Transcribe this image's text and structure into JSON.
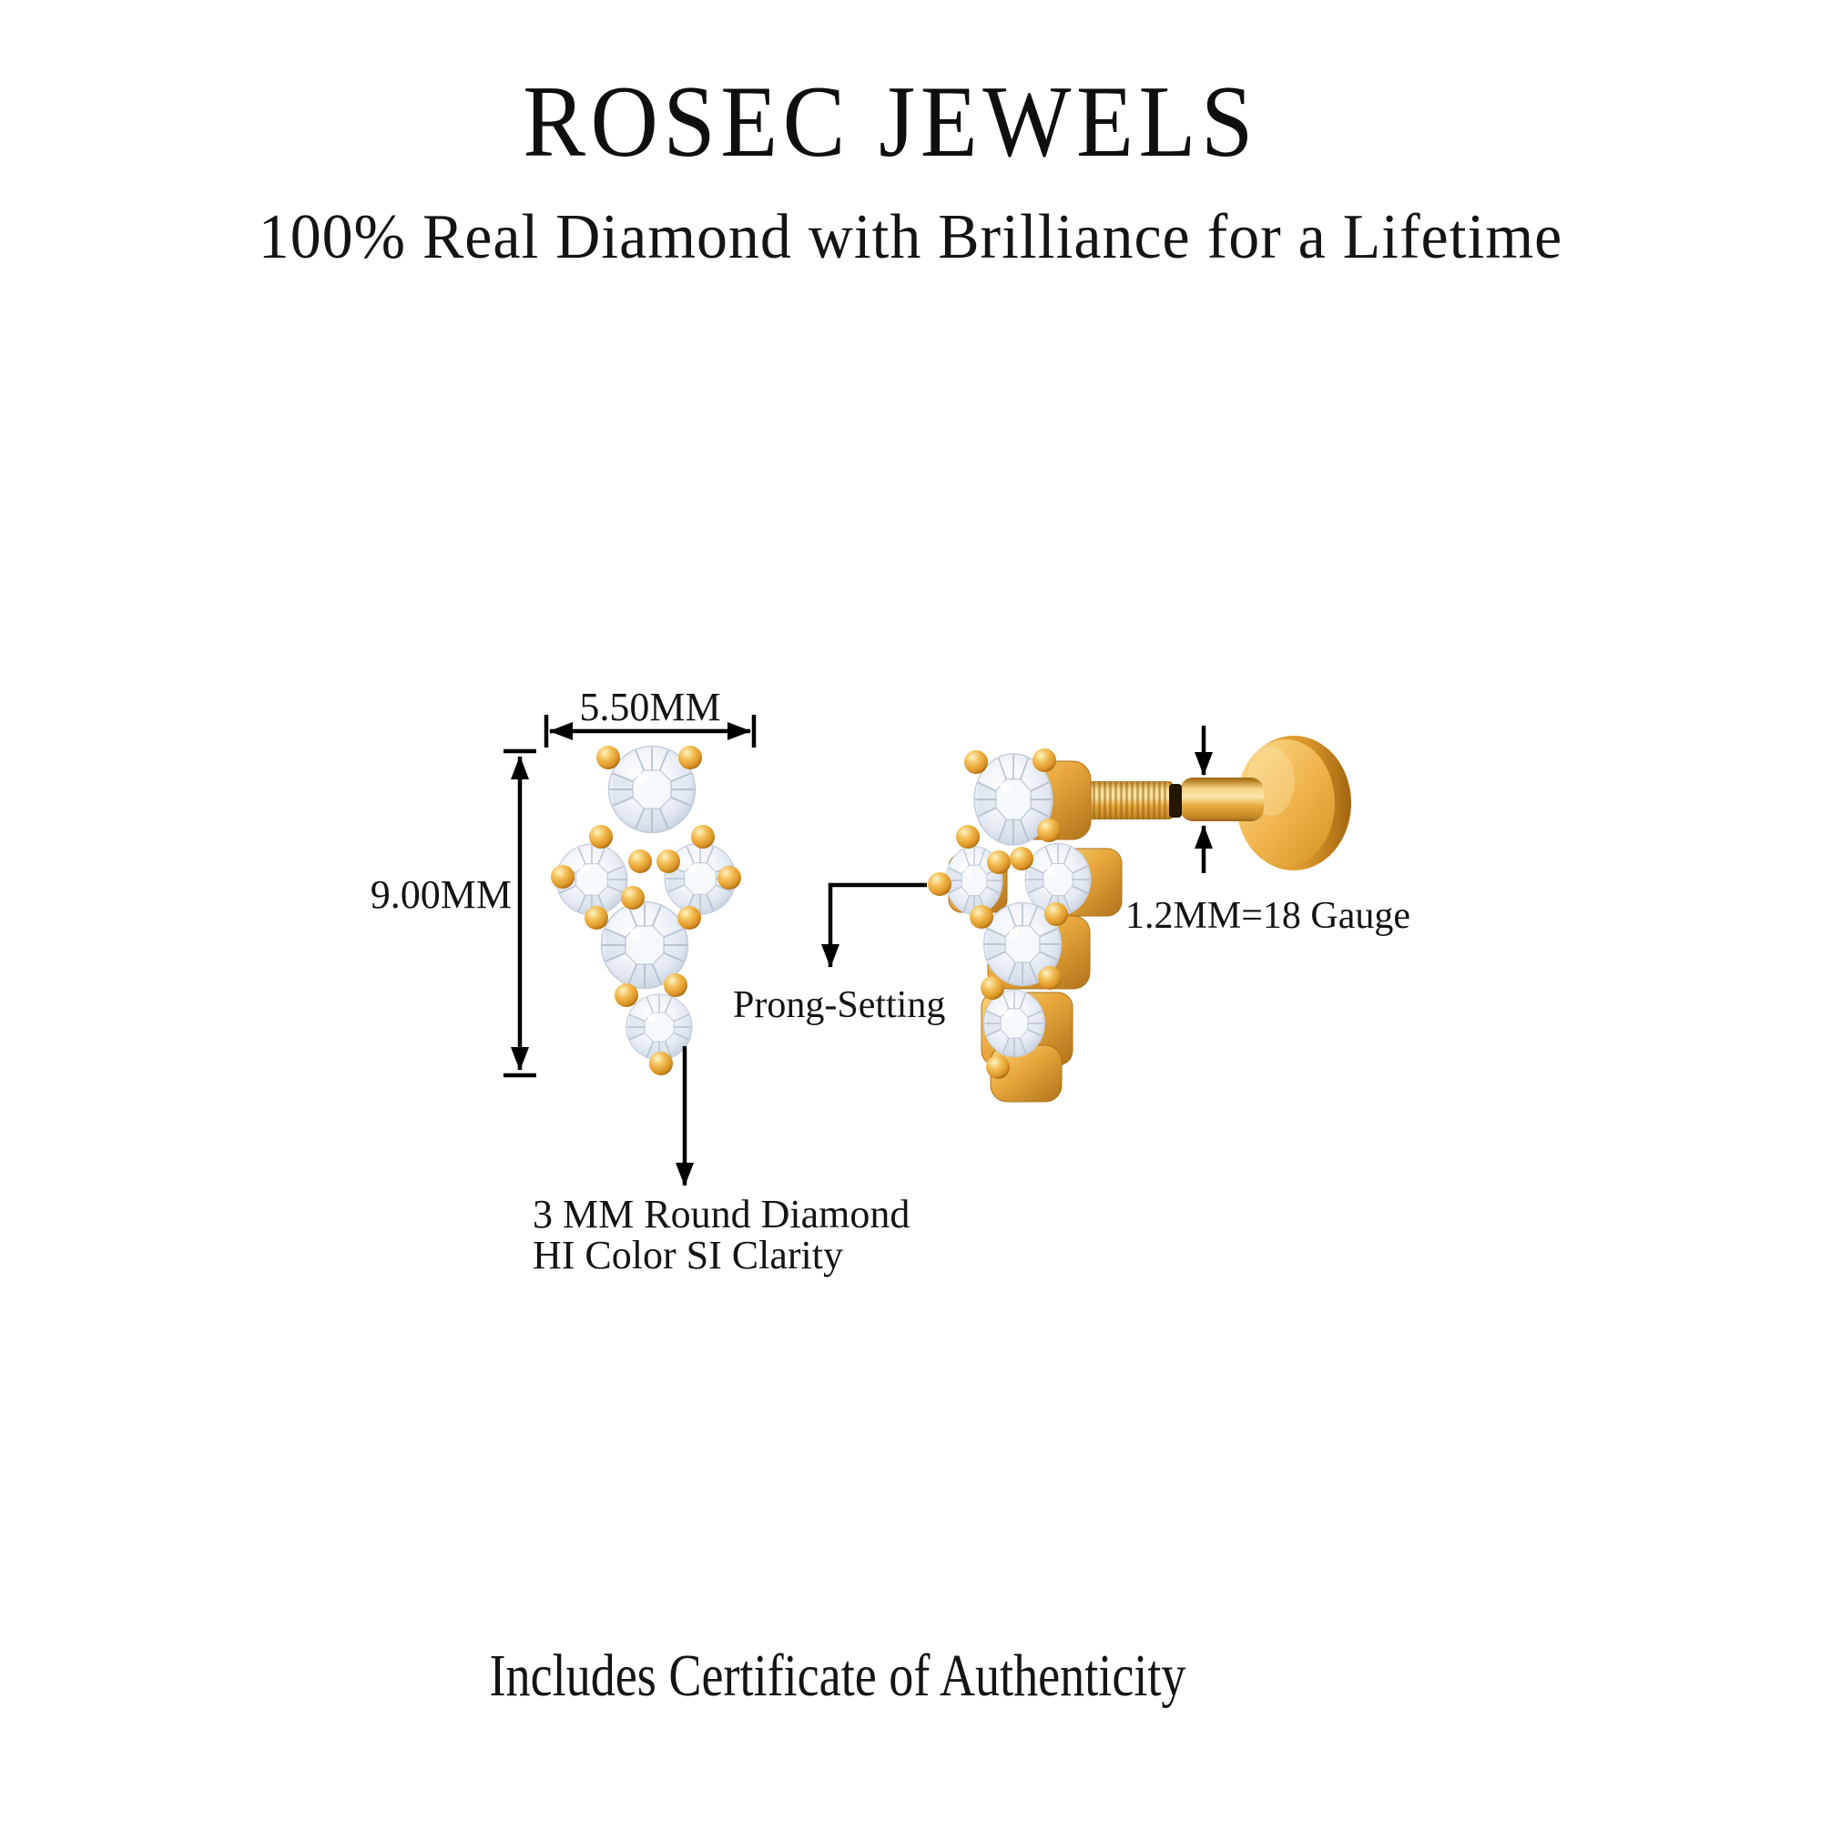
{
  "header": {
    "brand": "ROSEC JEWELS",
    "tagline": "100% Real Diamond with Brilliance for a Lifetime"
  },
  "front_view": {
    "width_label": "5.50MM",
    "height_label": "9.00MM"
  },
  "side_view": {
    "gauge_label": "1.2MM=18 Gauge",
    "prong_label": "Prong-Setting"
  },
  "callout": {
    "stone_line1": "3 MM Round Diamond",
    "stone_line2": "HI Color SI Clarity"
  },
  "footer": {
    "note": "Includes Certificate of Authenticity"
  },
  "colors": {
    "gold": "#E8A63C",
    "gold_highlight": "#FBE3A0",
    "gold_shadow": "#A06614",
    "diamond": "#EDF1F6",
    "diamond_facet": "#C9D3E0",
    "annotation_line": "#000000",
    "text": "#141414",
    "background": "#FFFFFF"
  }
}
